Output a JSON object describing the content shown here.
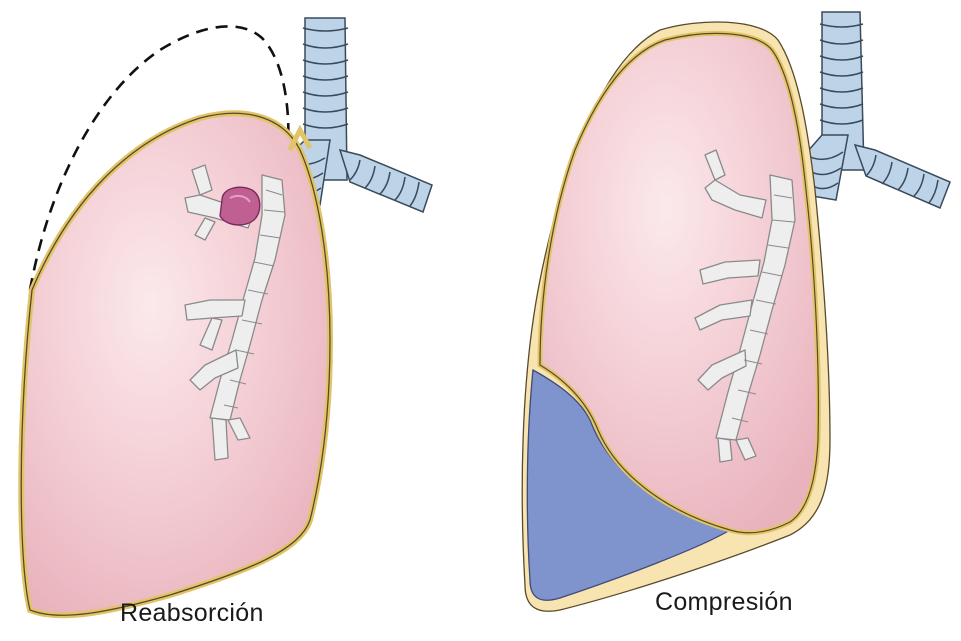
{
  "panels": [
    {
      "caption": "Reabsorción",
      "lung_state": "collapsed-resorption",
      "has_obstruction": true,
      "has_effusion": false
    },
    {
      "caption": "Compresión",
      "lung_state": "collapsed-compression",
      "has_obstruction": false,
      "has_effusion": true
    }
  ],
  "colors": {
    "lung_fill": "#f2c9cf",
    "lung_highlight": "#fbe7ea",
    "pleura_outline": "#e2c468",
    "pleura_stroke": "#5a4a2a",
    "trachea": "#bcd3e8",
    "trachea_stroke": "#3a4a5a",
    "bronchi": "#eeeeee",
    "bronchi_stroke": "#8a8a8a",
    "obstruction": "#c06092",
    "effusion": "#7f93cc",
    "prior_outline": "#111111"
  },
  "icons": {
    "obstruction": "mucus-plug-icon",
    "effusion": "pleural-fluid-icon",
    "prior_outline": "dashed-outline-icon"
  }
}
